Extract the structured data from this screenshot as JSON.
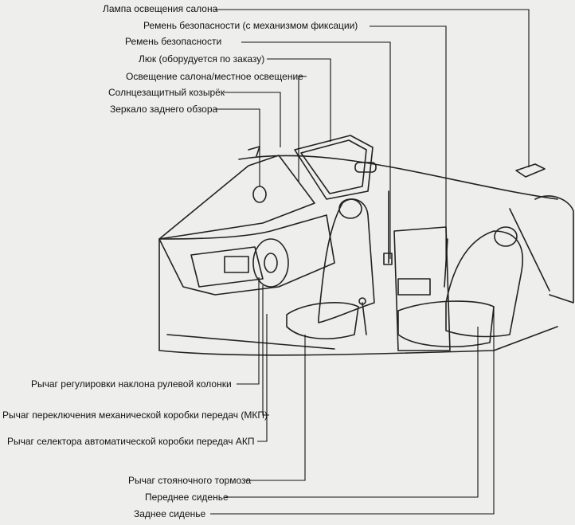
{
  "callouts": {
    "top": [
      "Лампа освещения салона",
      "Ремень безопасности (с механизмом фиксации)",
      "Ремень безопасности",
      "Люк (оборудуется по заказу)",
      "Освещение салона/местное освещение",
      "Солнцезащитный козырёк",
      "Зеркало заднего обзора"
    ],
    "bottom": [
      "Рычаг регулировки наклона рулевой колонки",
      "Рычаг переключения механической коробки передач (МКП)",
      "Рычаг селектора автоматической коробки передач АКП",
      "Рычаг стояночного тормоза",
      "Переднее сиденье",
      "Заднее сиденье"
    ]
  }
}
